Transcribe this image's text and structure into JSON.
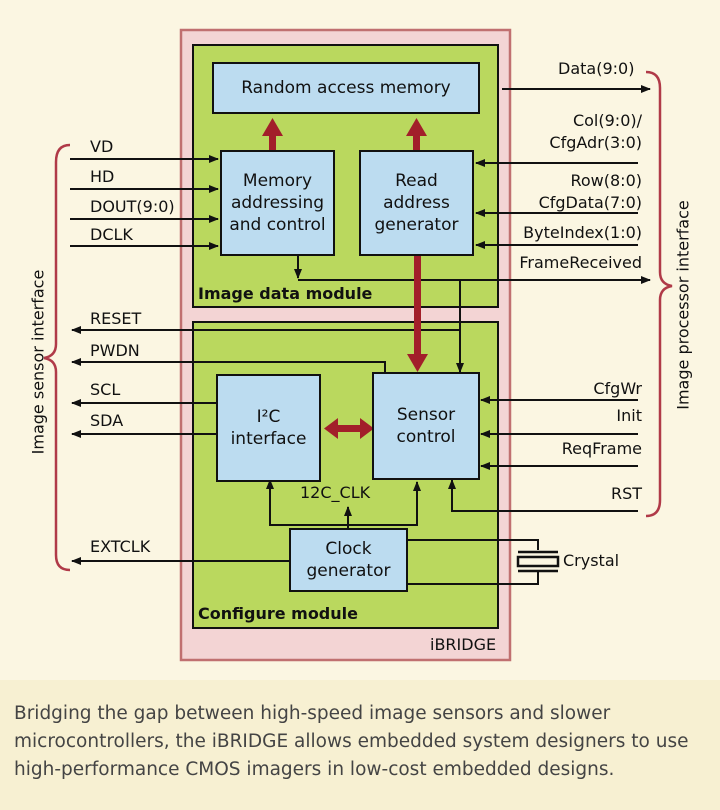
{
  "modules": {
    "chip": "iBRIDGE",
    "image_data": "Image data module",
    "configure": "Configure module"
  },
  "blocks": {
    "ram": "Random access memory",
    "mem_addr": [
      "Memory",
      "addressing",
      "and control"
    ],
    "read_addr": [
      "Read",
      "address",
      "generator"
    ],
    "i2c": [
      "I²C",
      "interface"
    ],
    "sensor_control": [
      "Sensor",
      "control"
    ],
    "clock_gen": [
      "Clock",
      "generator"
    ]
  },
  "left_signals": {
    "inputs": [
      "VD",
      "HD",
      "DOUT(9:0)",
      "DCLK"
    ],
    "outputs": [
      "RESET",
      "PWDN",
      "SCL",
      "SDA"
    ],
    "extclk": "EXTCLK"
  },
  "right_signals": {
    "data": "Data(9:0)",
    "col": [
      "Col(9:0)/",
      "CfgAdr(3:0)"
    ],
    "row": "Row(8:0)",
    "cfgdata": "CfgData(7:0)",
    "byteindex": "ByteIndex(1:0)",
    "framereceived": "FrameReceived",
    "cfgwr": "CfgWr",
    "init": "Init",
    "reqframe": "ReqFrame",
    "rst": "RST"
  },
  "internal": {
    "i2c_clk": "12C_CLK",
    "crystal": "Crystal"
  },
  "interfaces": {
    "sensor": "Image sensor interface",
    "processor": "Image processor interface"
  },
  "caption": "Bridging the gap between high-speed image sensors and slower microcontrollers, the iBRIDGE allows embedded system designers to use high-performance CMOS imagers in low-cost embedded designs.",
  "colors": {
    "chip_fill": "#f3d4d4",
    "chip_border": "#c07070",
    "module_fill": "#bad85e",
    "block_fill": "#bcdcf0",
    "bus_arrow": "#a21f2a",
    "brace": "#b03a48"
  }
}
